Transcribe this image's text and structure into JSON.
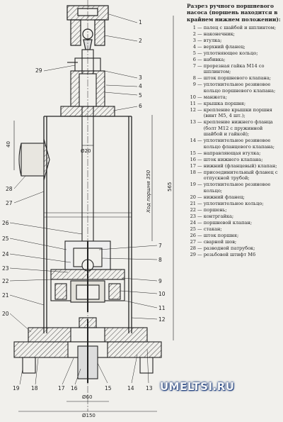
{
  "caption": "Разрез ручного поршневого насоса (поршень находится в крайнем нижнем положении):",
  "legend": [
    {
      "n": "1",
      "text": "палец с шайбой и шплинтом;"
    },
    {
      "n": "2",
      "text": "наконечник;"
    },
    {
      "n": "3",
      "text": "втулка;"
    },
    {
      "n": "4",
      "text": "верхний фланец;"
    },
    {
      "n": "5",
      "text": "уплотняющее кольцо;"
    },
    {
      "n": "6",
      "text": "набивка;"
    },
    {
      "n": "7",
      "text": "прорезная гайка М14 со шплинтом;"
    },
    {
      "n": "8",
      "text": "шток поршневого клапана;"
    },
    {
      "n": "9",
      "text": "уплотнительное резиновое кольцо поршневого клапана;"
    },
    {
      "n": "10",
      "text": "манжета;"
    },
    {
      "n": "11",
      "text": "крышка поршня;"
    },
    {
      "n": "12",
      "text": "крепление крышки поршня (винт М5, 4 шт.);"
    },
    {
      "n": "13",
      "text": "крепление нижнего фланца (болт М12 с пружинной шайбой и гайкой);"
    },
    {
      "n": "14",
      "text": "уплотнительное резиновое кольцо фланцевого клапана;"
    },
    {
      "n": "15",
      "text": "направляющая втулка;"
    },
    {
      "n": "16",
      "text": "шток нижнего клапана;"
    },
    {
      "n": "17",
      "text": "нижний (фланцевый) клапан;"
    },
    {
      "n": "18",
      "text": "присоединительный фланец с отпускной трубой;"
    },
    {
      "n": "19",
      "text": "уплотнительное резиновое кольцо;"
    },
    {
      "n": "20",
      "text": "нижний фланец;"
    },
    {
      "n": "21",
      "text": "уплотнительное кольцо;"
    },
    {
      "n": "22",
      "text": "поршень;"
    },
    {
      "n": "23",
      "text": "контргайка;"
    },
    {
      "n": "24",
      "text": "поршневой клапан;"
    },
    {
      "n": "25",
      "text": "стакан;"
    },
    {
      "n": "26",
      "text": "шток поршня;"
    },
    {
      "n": "27",
      "text": "сварной шов;"
    },
    {
      "n": "28",
      "text": "разводной патрубок;"
    },
    {
      "n": "29",
      "text": "резьбовой штифт М6"
    }
  ],
  "dimensions": {
    "d40": "40",
    "d20": "Ø20",
    "stroke": "Ход поршня 350",
    "h565": "565",
    "d60": "Ø60",
    "d150": "Ø150"
  },
  "callouts_left": [
    "29",
    "28",
    "27",
    "26",
    "25",
    "24",
    "23",
    "22",
    "21",
    "20",
    "19",
    "18",
    "17",
    "16"
  ],
  "callouts_right": [
    "1",
    "2",
    "3",
    "4",
    "5",
    "6",
    "7",
    "8",
    "9",
    "10",
    "11",
    "12",
    "13",
    "14",
    "15"
  ],
  "watermark": "UMELTSI.RU"
}
